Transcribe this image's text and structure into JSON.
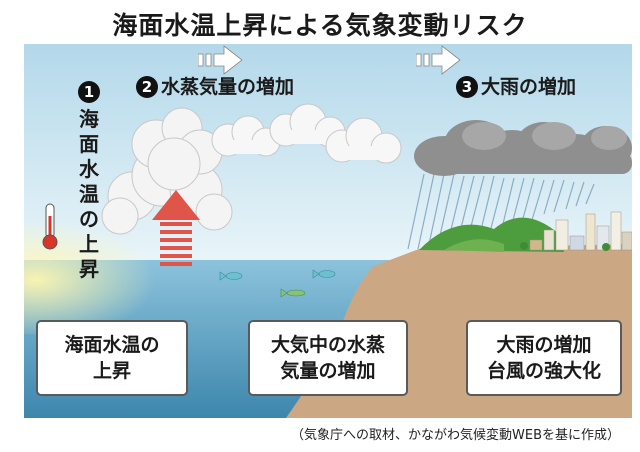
{
  "title": "海面水温上昇による気象変動リスク",
  "labels": {
    "step1": {
      "number": "1",
      "text": "海面水温の上昇"
    },
    "step2": {
      "number": "2",
      "text": "水蒸気量の増加"
    },
    "step3": {
      "number": "3",
      "text": "大雨の増加"
    }
  },
  "flow": {
    "box1": {
      "line1": "海面水温の",
      "line2": "上昇"
    },
    "box2": {
      "line1": "大気中の水蒸",
      "line2": "気量の増加"
    },
    "box3": {
      "line1": "大雨の増加",
      "line2": "台風の強大化"
    }
  },
  "source": "（気象庁への取材、かながわ気候変動WEBを基に作成）",
  "icons": [
    "thermometer-icon",
    "rising-heat-arrow-icon",
    "fish-icon",
    "cloud-icon",
    "rain-cloud-icon",
    "city-icon",
    "double-arrow-icon"
  ],
  "colors": {
    "sky_top": "#b9dcec",
    "sky_bottom": "#e6f3f8",
    "sea": "#5da5c6",
    "sea_deep": "#3f88ad",
    "land": "#c9a57e",
    "arrow": "#e2564b",
    "rain_cloud": "#8d8d8d",
    "hill": "#4a9d3e"
  }
}
